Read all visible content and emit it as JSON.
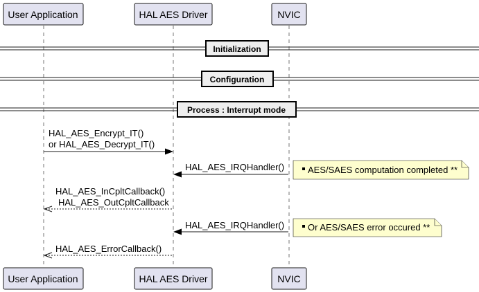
{
  "participants": [
    {
      "id": "user",
      "label": "User Application"
    },
    {
      "id": "hal",
      "label": "HAL AES Driver"
    },
    {
      "id": "nvic",
      "label": "NVIC"
    }
  ],
  "dividers": [
    {
      "label": "Initialization"
    },
    {
      "label": "Configuration"
    },
    {
      "label": "Process : Interrupt mode"
    }
  ],
  "messages": [
    {
      "from": "user",
      "to": "hal",
      "style": "solid",
      "lines": [
        "HAL_AES_Encrypt_IT()",
        "or HAL_AES_Decrypt_IT()"
      ]
    },
    {
      "from": "nvic",
      "to": "hal",
      "style": "solid",
      "lines": [
        "HAL_AES_IRQHandler()"
      ]
    },
    {
      "from": "hal",
      "to": "user",
      "style": "dashed",
      "lines": [
        "HAL_AES_InCpltCallback()",
        "HAL_AES_OutCpltCallback"
      ]
    },
    {
      "from": "nvic",
      "to": "hal",
      "style": "solid",
      "lines": [
        "HAL_AES_IRQHandler()"
      ]
    },
    {
      "from": "hal",
      "to": "user",
      "style": "dashed",
      "lines": [
        "HAL_AES_ErrorCallback()"
      ]
    }
  ],
  "notes": [
    {
      "text": "AES/SAES computation completed **"
    },
    {
      "text": "Or AES/SAES error occured **"
    }
  ]
}
